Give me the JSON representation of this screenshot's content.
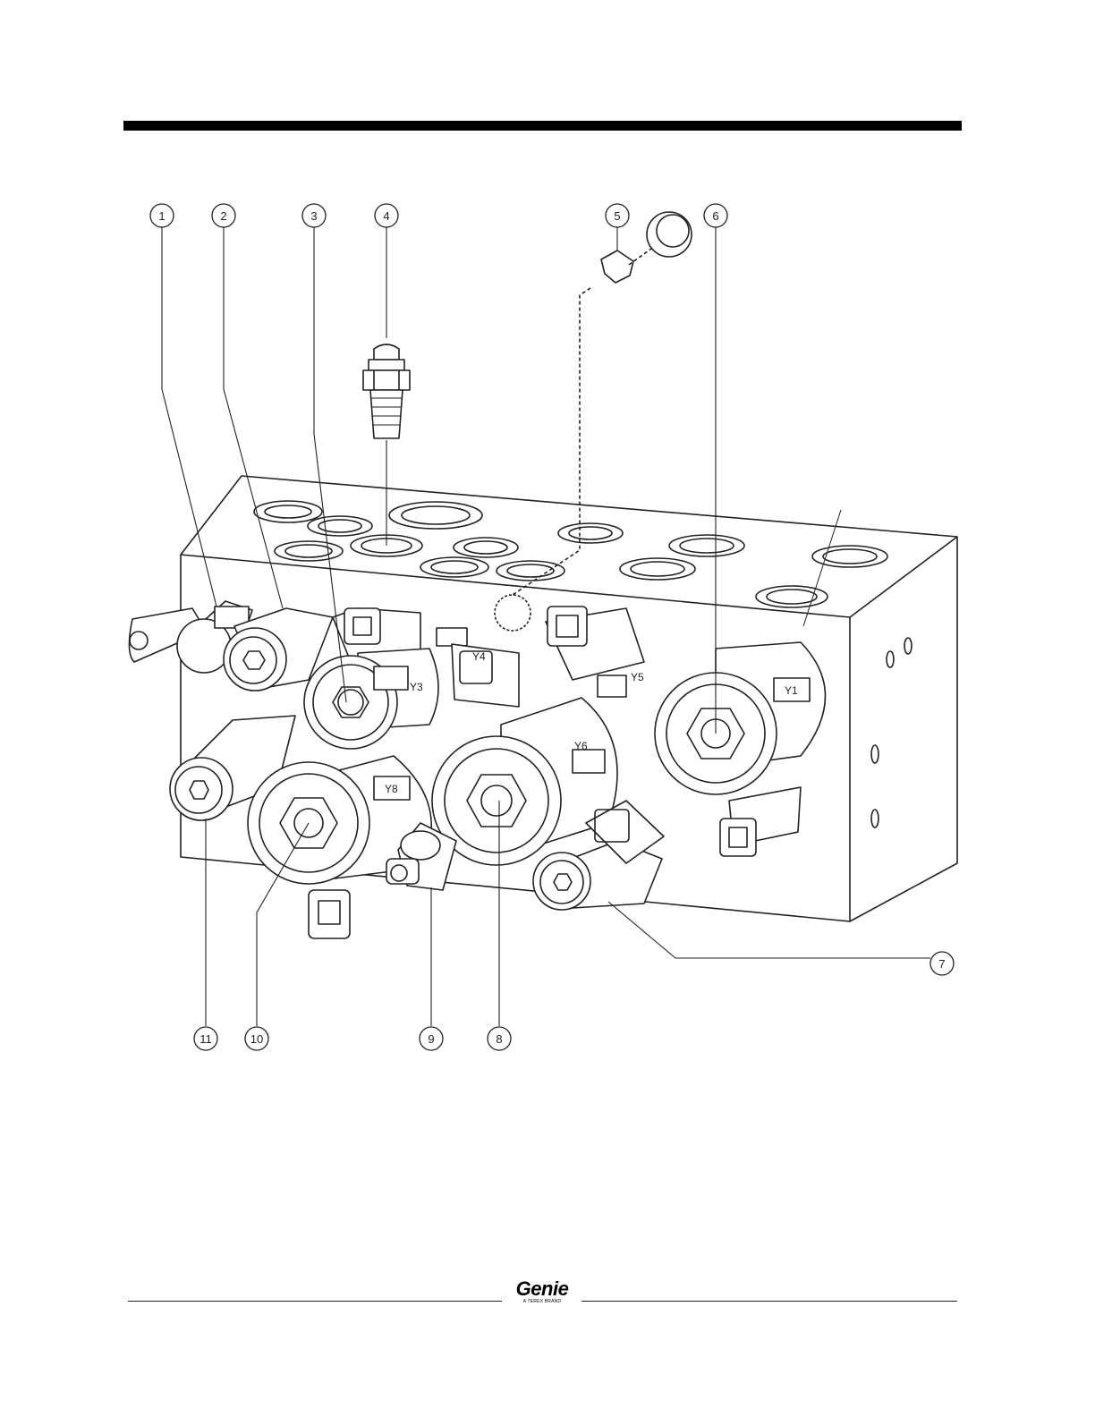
{
  "callouts": [
    {
      "id": "c1",
      "label": "1"
    },
    {
      "id": "c2",
      "label": "2"
    },
    {
      "id": "c3",
      "label": "3"
    },
    {
      "id": "c4",
      "label": "4"
    },
    {
      "id": "c5",
      "label": "5"
    },
    {
      "id": "c6",
      "label": "6"
    },
    {
      "id": "c7",
      "label": "7"
    },
    {
      "id": "c8",
      "label": "8"
    },
    {
      "id": "c9",
      "label": "9"
    },
    {
      "id": "c10",
      "label": "10"
    },
    {
      "id": "c11",
      "label": "11"
    }
  ],
  "coils": {
    "y1": "Y1",
    "y3": "Y3",
    "y4": "Y4",
    "y5": "Y5",
    "y6": "Y6",
    "y8": "Y8"
  },
  "footer": {
    "logo": "Genie",
    "logo_tagline": "A TEREX BRAND"
  },
  "colors": {
    "ink": "#222222",
    "rule": "#000000"
  }
}
